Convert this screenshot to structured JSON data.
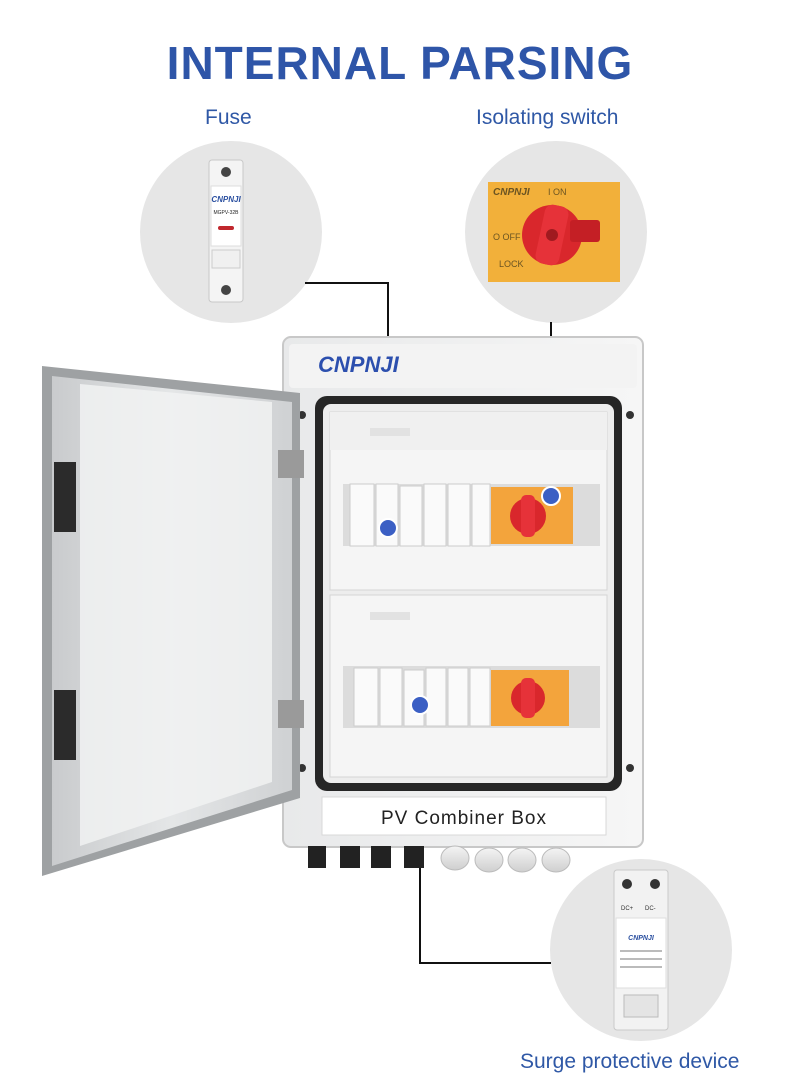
{
  "title": "INTERNAL PARSING",
  "callouts": {
    "fuse": "Fuse",
    "isolating_switch": "Isolating switch",
    "surge": "Surge protective device"
  },
  "box": {
    "brand": "CNPNJI",
    "nameplate": "PV Combiner Box"
  },
  "switch_plate": {
    "brand": "CNPNJI",
    "on": "I ON",
    "off": "O OFF",
    "lock": "LOCK"
  },
  "fuse_module": {
    "brand": "CNPNJI",
    "model": "MGPV-32B"
  },
  "spd_module": {
    "left": "DC+",
    "right": "DC-",
    "brand": "CNPNJI"
  },
  "colors": {
    "title_blue": "#2e55a8",
    "marker_blue": "#3b5fc4",
    "switch_yellow": "#f2a93b",
    "knob_red": "#d9272c"
  }
}
